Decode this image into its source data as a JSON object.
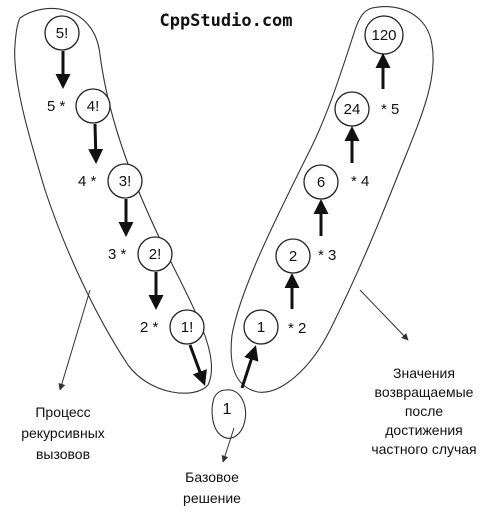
{
  "title": "CppStudio.com",
  "left_nodes": [
    "5!",
    "4!",
    "3!",
    "2!",
    "1!"
  ],
  "left_multipliers": [
    "5 *",
    "4 *",
    "3 *",
    "2 *"
  ],
  "base_node": "1",
  "right_nodes": [
    "1",
    "2",
    "6",
    "24",
    "120"
  ],
  "right_multipliers": [
    "* 2",
    "* 3",
    "* 4",
    "* 5"
  ],
  "captions": {
    "recursive_calls": [
      "Процесс",
      "рекурсивных",
      "вызовов"
    ],
    "base_solution": [
      "Базовое",
      "решение"
    ],
    "returned_values": [
      "Значения",
      "возвращаемые",
      "после",
      "достижения",
      "частного случая"
    ]
  }
}
